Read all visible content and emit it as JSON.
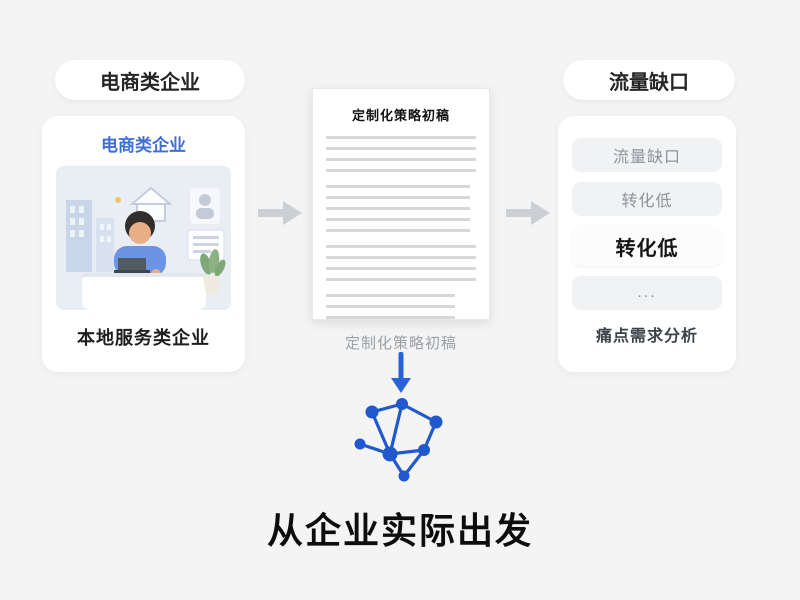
{
  "background": "#f3f4f3",
  "colors": {
    "accent_blue": "#2a63d8",
    "title_blue": "#3e6fd6",
    "arrow_gray": "#ccd0d5",
    "muted_text": "#99a1a9",
    "dark_text": "#1e1e1e"
  },
  "left_column": {
    "pill": "电商类企业",
    "card": {
      "title": "电商类企业",
      "illustration_icon": "office-worker-at-desk-illustration",
      "caption": "本地服务类企业"
    }
  },
  "center_column": {
    "document": {
      "title": "定制化策略初稿",
      "caption": "定制化策略初稿"
    },
    "down_arrow_icon": "arrow-down-icon",
    "graph_icon": "network-graph-icon",
    "headline": "从企业实际出发"
  },
  "right_column": {
    "pill": "流量缺口",
    "card": {
      "items": [
        {
          "label": "流量缺口",
          "emphasis": false
        },
        {
          "label": "转化低",
          "emphasis": false
        },
        {
          "label": "转化低",
          "emphasis": true
        },
        {
          "label": "...",
          "emphasis": false
        }
      ],
      "caption": "痛点需求分析"
    }
  }
}
